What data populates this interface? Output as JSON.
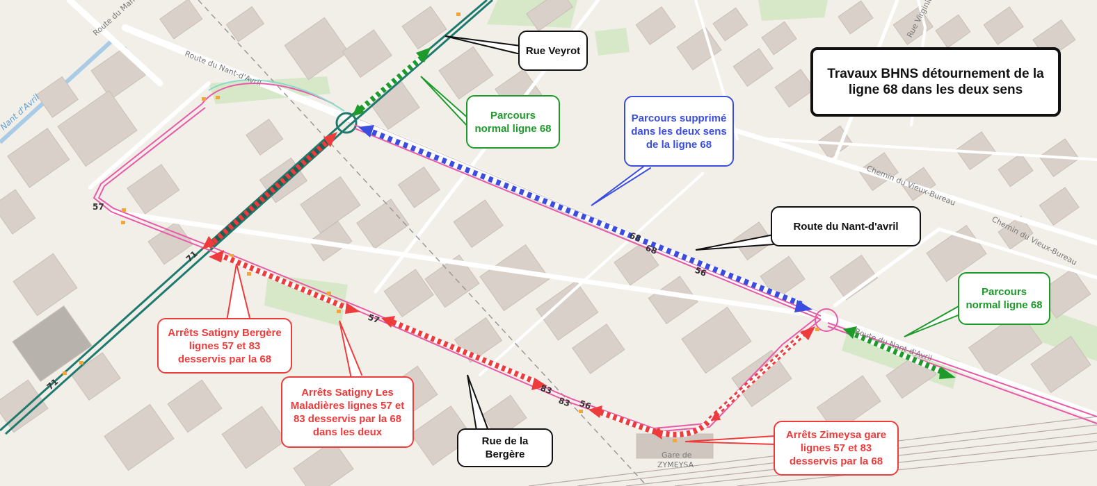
{
  "title": "Travaux BHNS détournement de la ligne 68 dans les deux sens",
  "callouts": {
    "rue_veyrot": "Rue Veyrot",
    "parcours_normal_1": "Parcours normal ligne 68",
    "parcours_supprime": "Parcours supprimé dans les deux sens de la ligne 68",
    "route_nant_avril": "Route du Nant-d'avril",
    "parcours_normal_2": "Parcours normal ligne 68",
    "arrets_bergere": "Arrêts Satigny Bergère lignes 57 et 83 desservis par la 68",
    "arrets_maladieres": "Arrêts Satigny Les Maladières lignes 57 et 83 desservis par la 68 dans les deux",
    "rue_bergere": "Rue de la Bergère",
    "arrets_zimeysa": "Arrêts Zimeysa gare lignes 57 et 83 desservis par la 68"
  },
  "map_labels": {
    "route_mandement": "Route du Mand",
    "route_nant_avril_1": "Route du Nant-d'Avril",
    "route_nant_avril_2": "Route du Nant-d'Avril",
    "route_virginio": "Rue Virginio-M",
    "chemin_vieux_bureau_1": "Chemin du Vieux-Bureau",
    "chemin_vieux_bureau_2": "Chemin du Vieux-Bureau",
    "nant_avril_river": "Nant d'Avril",
    "gare_line1": "Gare de",
    "gare_line2": "ZYMEYSA"
  },
  "line_numbers": {
    "n57_a": "57",
    "n71_a": "71",
    "n71_b": "71",
    "n57_b": "57",
    "n68_a": "68",
    "n68_b": "68",
    "n56_a": "56",
    "n83_a": "83",
    "n83_b": "83",
    "n56_b": "56"
  },
  "colors": {
    "detour_red": "#ee3b3b",
    "normal_green": "#1e9a2a",
    "suppressed_blue": "#3a4de0",
    "tram_teal": "#1f7a6e",
    "bus_pink": "#e85aa8"
  }
}
